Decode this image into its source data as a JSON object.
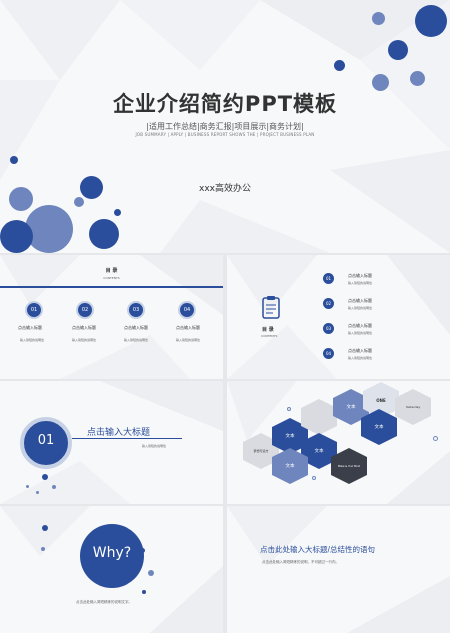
{
  "cover": {
    "title": "企业介绍简约PPT模板",
    "subtitle": "|适用工作总结|商务汇报|项目展示|商务计划|",
    "subtitle_en": "JOB SUMMARY | APPLY | BUSINESS REPORT SHOWS THE | PROJECT BUSINESS PLAN",
    "author": "xxx高效办公"
  },
  "toc": {
    "title": "目 录",
    "title_en": "CONTENTS",
    "items": [
      {
        "num": "01",
        "label": "点击输入标题",
        "desc": "输入简短的说明性"
      },
      {
        "num": "02",
        "label": "点击输入标题",
        "desc": "输入简短的说明性"
      },
      {
        "num": "03",
        "label": "点击输入标题",
        "desc": "输入简短的说明性"
      },
      {
        "num": "04",
        "label": "点击输入标题",
        "desc": "输入简短的说明性"
      }
    ]
  },
  "toc2": {
    "title": "目 录",
    "title_en": "CONTENTS",
    "icon": "clipboard-icon",
    "items": [
      {
        "num": "01",
        "label": "点击输入标题",
        "desc": "输入简短的说明性"
      },
      {
        "num": "02",
        "label": "点击输入标题",
        "desc": "输入简短的说明性"
      },
      {
        "num": "03",
        "label": "点击输入标题",
        "desc": "输入简短的说明性"
      },
      {
        "num": "04",
        "label": "点击输入标题",
        "desc": "输入简短的说明性"
      }
    ]
  },
  "section": {
    "num": "01",
    "title": "点击输入大标题",
    "desc": "输入简短的说明性"
  },
  "hexes": {
    "labels": [
      "文本",
      "文本",
      "文本",
      "文本",
      "文本"
    ],
    "image_captions": [
      "ONE",
      "Yesterday",
      "Make & Your Mind",
      "梦想与远方"
    ]
  },
  "why": {
    "text": "Why?",
    "caption": "点击此处输入简短精炼的说明文字。"
  },
  "summary": {
    "title": "点击此处输入大标题/总结性的语句",
    "desc": "点击此处输入简短精炼的说明，不可超过一行内。"
  },
  "colors": {
    "primary": "#2a4e9b",
    "light": "#6e86bd",
    "pale": "#c7d1e6"
  }
}
